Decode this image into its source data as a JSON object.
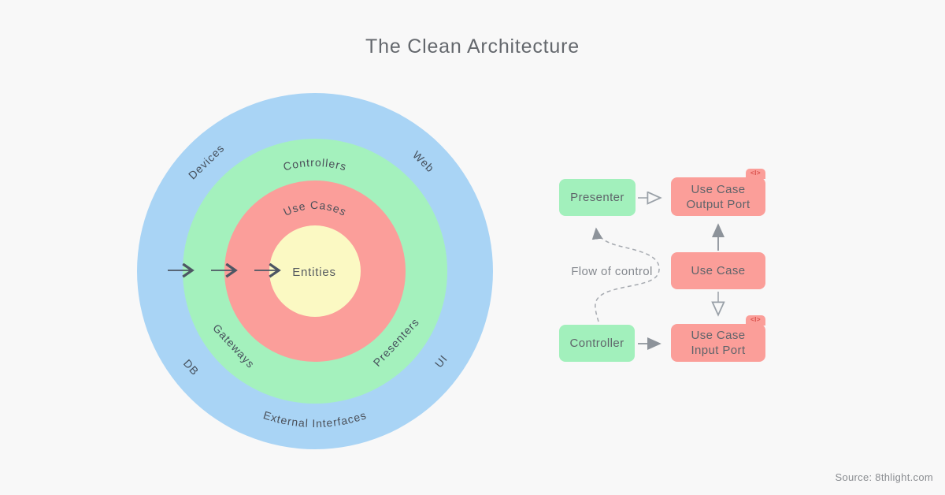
{
  "title": "The Clean Architecture",
  "source_note": "Source: 8thlight.com",
  "rings": {
    "blue": {
      "arc_label": "External Interfaces",
      "devices": "Devices",
      "web": "Web",
      "db": "DB",
      "ui": "UI"
    },
    "green": {
      "arc_label": "Controllers",
      "gateways": "Gateways",
      "presenters": "Presenters"
    },
    "red": {
      "arc_label": "Use Cases"
    },
    "center": {
      "label": "Entities"
    }
  },
  "flow": {
    "label": "Flow of control",
    "presenter": "Presenter",
    "controller": "Controller",
    "use_case": "Use Case",
    "output_port": {
      "line1": "Use Case",
      "line2": "Output Port"
    },
    "input_port": {
      "line1": "Use Case",
      "line2": "Input Port"
    },
    "interface_tag": "<I>"
  },
  "colors": {
    "background": "#f8f8f8",
    "ring_blue": "#a9d4f5",
    "ring_green": "#a4f1bd",
    "ring_red": "#fb9e9a",
    "ring_yellow": "#fbf9c3",
    "box_green": "#a2f0bc",
    "box_red": "#fb9e99",
    "interface_tag_text": "#d9504b",
    "inward_arrow": "#4d5663",
    "flow_arrow_gray": "#8d939a",
    "ring_text": "#46505c",
    "title_text": "#64686d"
  }
}
